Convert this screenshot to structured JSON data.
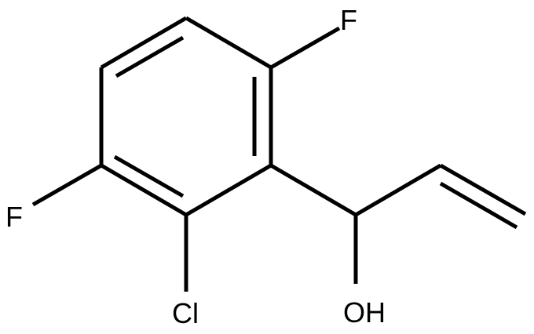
{
  "molecule": {
    "labels": {
      "f_top": "F",
      "f_left": "F",
      "cl": "Cl",
      "oh": "OH"
    },
    "colors": {
      "bond": "#000000",
      "label": "#000000",
      "background": "#ffffff"
    }
  }
}
